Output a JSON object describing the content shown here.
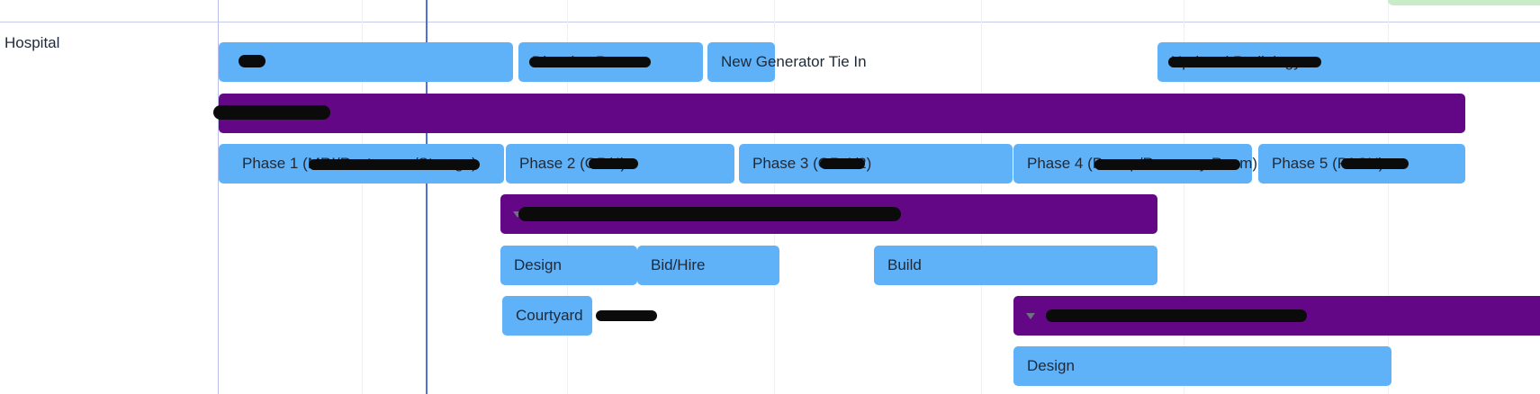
{
  "row": {
    "label": "Hospital"
  },
  "bars": {
    "r1_a": "",
    "dictation": "Dictation Room",
    "generator": "New Generator Tie In",
    "radiology": "Updated Radiology",
    "phase1": "Phase 1 (MRI/Restrooms/Storage)",
    "phase2": "Phase 2 (OR/4)",
    "phase3": "Phase 3 (OR 1/2)",
    "phase4": "Phase 4 (Pre-op/Recovery Room)",
    "phase5": "Phase 5 (PACU)",
    "design1": "Design",
    "bidhire": "Bid/Hire",
    "build": "Build",
    "courtyard": "Courtyard",
    "design2": "Design"
  },
  "colors": {
    "task_bar": "#5fb2f8",
    "group_bar": "#630786",
    "today_line": "#4f6fdc",
    "gridline": "#eef0f3"
  }
}
